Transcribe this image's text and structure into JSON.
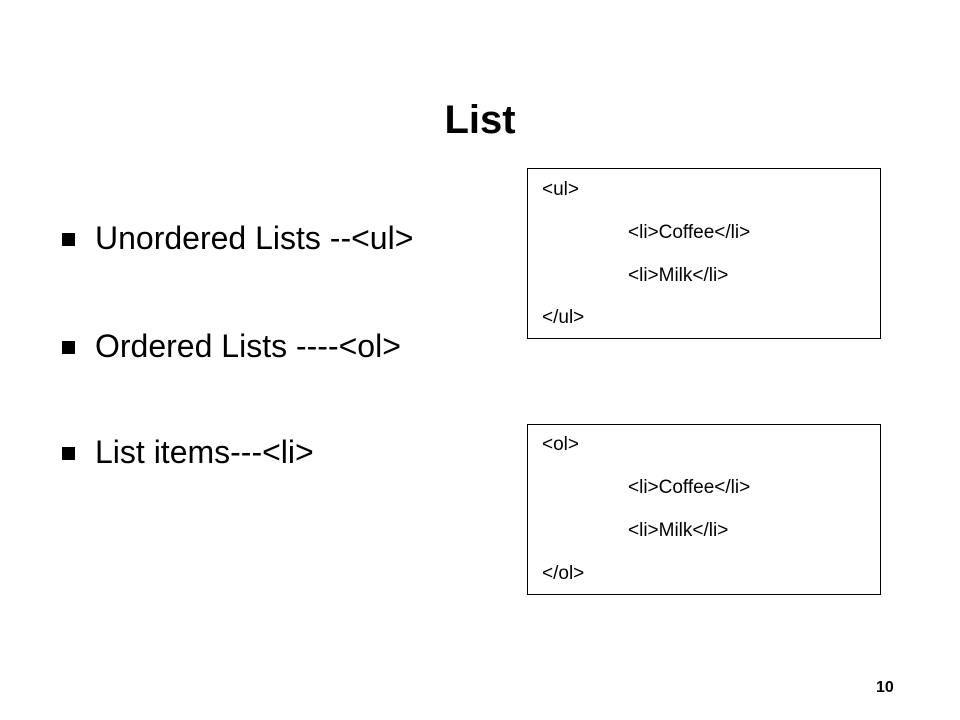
{
  "slide": {
    "title": "List",
    "bullets": [
      "Unordered Lists --<ul>",
      "Ordered Lists ----<ol>",
      "List items---<li>"
    ],
    "code_boxes": [
      {
        "lines": [
          "<ul>",
          "<li>Coffee</li>",
          "<li>Milk</li>",
          "</ul>"
        ]
      },
      {
        "lines": [
          "<ol>",
          "<li>Coffee</li>",
          "<li>Milk</li>",
          "</ol>"
        ]
      }
    ],
    "page_number": "10"
  }
}
